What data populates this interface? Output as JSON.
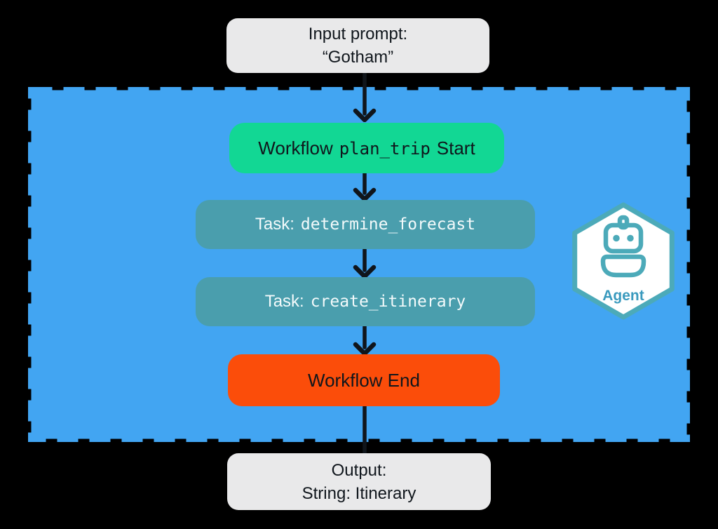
{
  "input_node": {
    "line1": "Input prompt:",
    "line2": "“Gotham”"
  },
  "workflow": {
    "start": {
      "prefix": "Workflow",
      "code": "plan_trip",
      "suffix": "Start"
    },
    "tasks": [
      {
        "prefix": "Task:",
        "code": "determine_forecast"
      },
      {
        "prefix": "Task:",
        "code": "create_itinerary"
      }
    ],
    "end": {
      "label": "Workflow End"
    }
  },
  "agent_badge": {
    "label": "Agent",
    "icon": "robot-icon"
  },
  "output_node": {
    "line1": "Output:",
    "line2": "String: Itinerary"
  },
  "colors": {
    "bg": "#000000",
    "blue": "#42A5F2",
    "green": "#12D794",
    "teal": "#4A9EAD",
    "orange": "#FB4D0A",
    "gray": "#E9E9EA",
    "dark-text": "#10161C",
    "white-text": "#F3FAFB",
    "arrow": "#10151B",
    "hex-border": "#4CAAB9",
    "hex-fill": "#FFFFFF",
    "agent-text": "#3A9ABE"
  }
}
